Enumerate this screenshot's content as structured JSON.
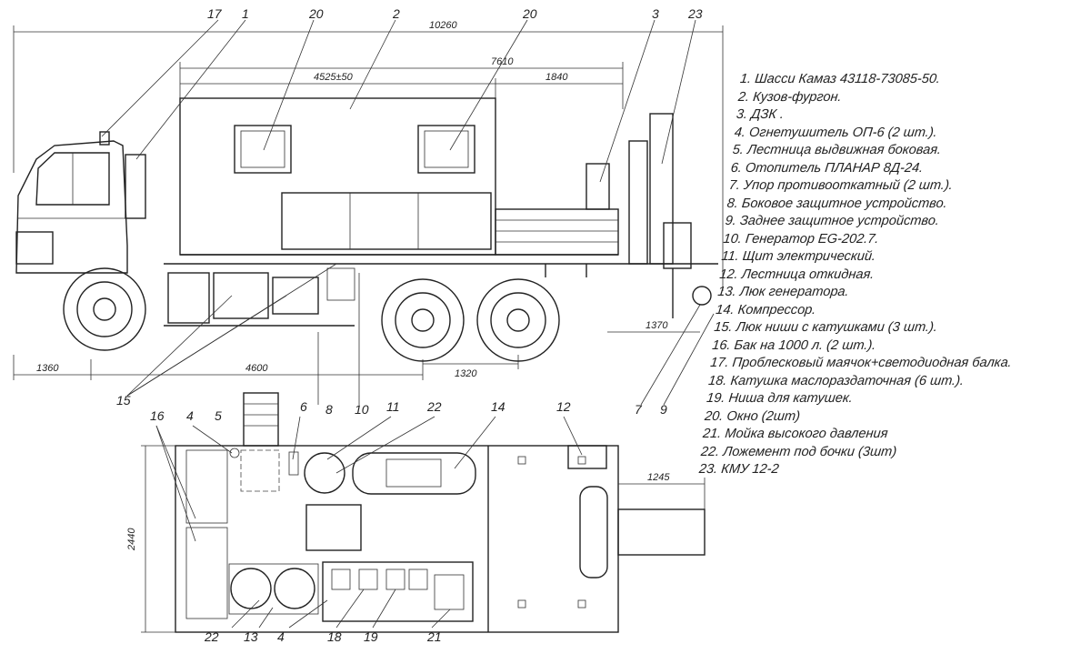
{
  "legend": [
    {
      "num": "1",
      "text": "1. Шасси Камаз 43118-73085-50."
    },
    {
      "num": "2",
      "text": "2. Кузов-фургон."
    },
    {
      "num": "3",
      "text": "3. ДЗК ."
    },
    {
      "num": "4",
      "text": "4. Огнетушитель ОП-6 (2 шт.)."
    },
    {
      "num": "5",
      "text": "5. Лестница выдвижная боковая."
    },
    {
      "num": "6",
      "text": "6. Отопитель ПЛАНАР 8Д-24."
    },
    {
      "num": "7",
      "text": "7. Упор противооткатный (2 шт.)."
    },
    {
      "num": "8",
      "text": "8. Боковое защитное устройство."
    },
    {
      "num": "9",
      "text": "9. Заднее защитное устройство."
    },
    {
      "num": "10",
      "text": "10. Генератор EG-202.7."
    },
    {
      "num": "11",
      "text": "11. Щит электрический."
    },
    {
      "num": "12",
      "text": "12. Лестница откидная."
    },
    {
      "num": "13",
      "text": "13. Люк генератора."
    },
    {
      "num": "14",
      "text": "14. Компрессор."
    },
    {
      "num": "15",
      "text": "15. Люк ниши с катушками (3 шт.)."
    },
    {
      "num": "16",
      "text": "16. Бак на 1000 л. (2 шт.)."
    },
    {
      "num": "17",
      "text": "17. Проблесковый маячок+светодиодная балка."
    },
    {
      "num": "18",
      "text": "18. Катушка маслораздаточная (6 шт.)."
    },
    {
      "num": "19",
      "text": "19. Ниша для катушек."
    },
    {
      "num": "20",
      "text": "20. Окно (2шт)"
    },
    {
      "num": "21",
      "text": "21. Мойка высокого давления"
    },
    {
      "num": "22",
      "text": "22. Ложемент под бочки (3шт)"
    },
    {
      "num": "23",
      "text": "23. КМУ 12-2"
    }
  ],
  "side_view": {
    "callouts": [
      "17",
      "1",
      "20",
      "2",
      "20",
      "3",
      "23"
    ],
    "lower_callouts": [
      "15",
      "8",
      "10",
      "7",
      "9"
    ],
    "dimensions": {
      "overall_length": "10260",
      "body_length": "7610",
      "van_length": "4525±50",
      "platform_length": "1840",
      "front_overhang": "1360",
      "wheelbase": "4600",
      "bogie": "1320",
      "rear_overhang": "1370"
    }
  },
  "plan_view": {
    "top_callouts": [
      "16",
      "4",
      "5",
      "6",
      "11",
      "22",
      "14",
      "12"
    ],
    "bottom_callouts": [
      "22",
      "13",
      "4",
      "18",
      "19",
      "21"
    ],
    "dimensions": {
      "width": "2440",
      "crane_reach": "1245"
    }
  }
}
